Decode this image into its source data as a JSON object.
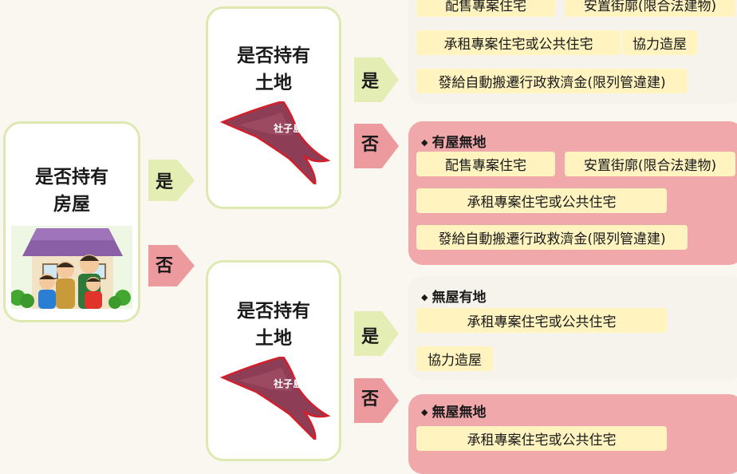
{
  "house_question": {
    "line1": "是否持有",
    "line2": "房屋"
  },
  "land_question_top": {
    "line1": "是否持有",
    "line2": "土地"
  },
  "land_question_bottom": {
    "line1": "是否持有",
    "line2": "土地"
  },
  "map_label": "社子島",
  "arrows": {
    "yes": "是",
    "no": "否"
  },
  "outcomes": {
    "has_house_has_land": {
      "options": [
        "配售專案住宅",
        "安置街廓(限合法建物)",
        "承租專案住宅或公共住宅",
        "協力造屋",
        "發給自動搬遷行政救濟金(限列管違建)"
      ]
    },
    "has_house_no_land": {
      "title": "有屋無地",
      "options": [
        "配售專案住宅",
        "安置街廓(限合法建物)",
        "承租專案住宅或公共住宅",
        "發給自動搬遷行政救濟金(限列管違建)"
      ]
    },
    "no_house_has_land": {
      "title": "無屋有地",
      "options": [
        "承租專案住宅或公共住宅",
        "協力造屋"
      ]
    },
    "no_house_no_land": {
      "title": "無屋無地",
      "options": [
        "承租專案住宅或公共住宅"
      ]
    }
  },
  "colors": {
    "card_border": "#dde9b0",
    "yes_arrow": "#e3edb4",
    "no_arrow": "#ec9a9e",
    "pill": "#fff3bf",
    "pink_panel": "#f0a8ab"
  }
}
